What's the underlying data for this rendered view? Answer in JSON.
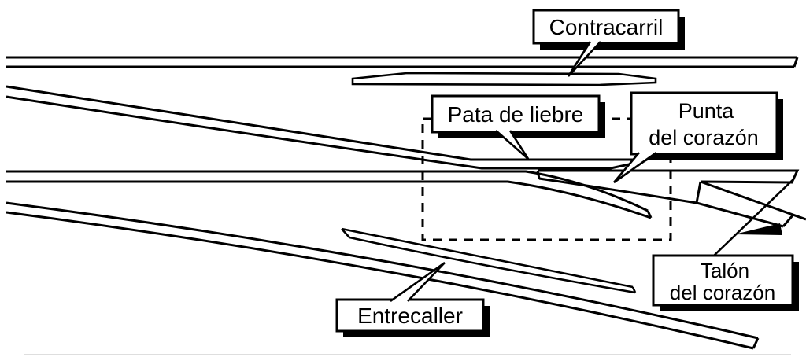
{
  "diagram": {
    "type": "railway-turnout-frog-diagram",
    "labels": {
      "contracarril": "Contracarril",
      "pata_de_liebre": "Pata de liebre",
      "punta_del_corazon_line1": "Punta",
      "punta_del_corazon_line2": "del corazón",
      "talon_del_corazon_line1": "Talón",
      "talon_del_corazon_line2": "del corazón",
      "entrecaller": "Entrecaller"
    },
    "colors": {
      "line": "#000000",
      "background": "#ffffff",
      "label_background": "#ffffff",
      "label_shadow": "#000000"
    }
  }
}
